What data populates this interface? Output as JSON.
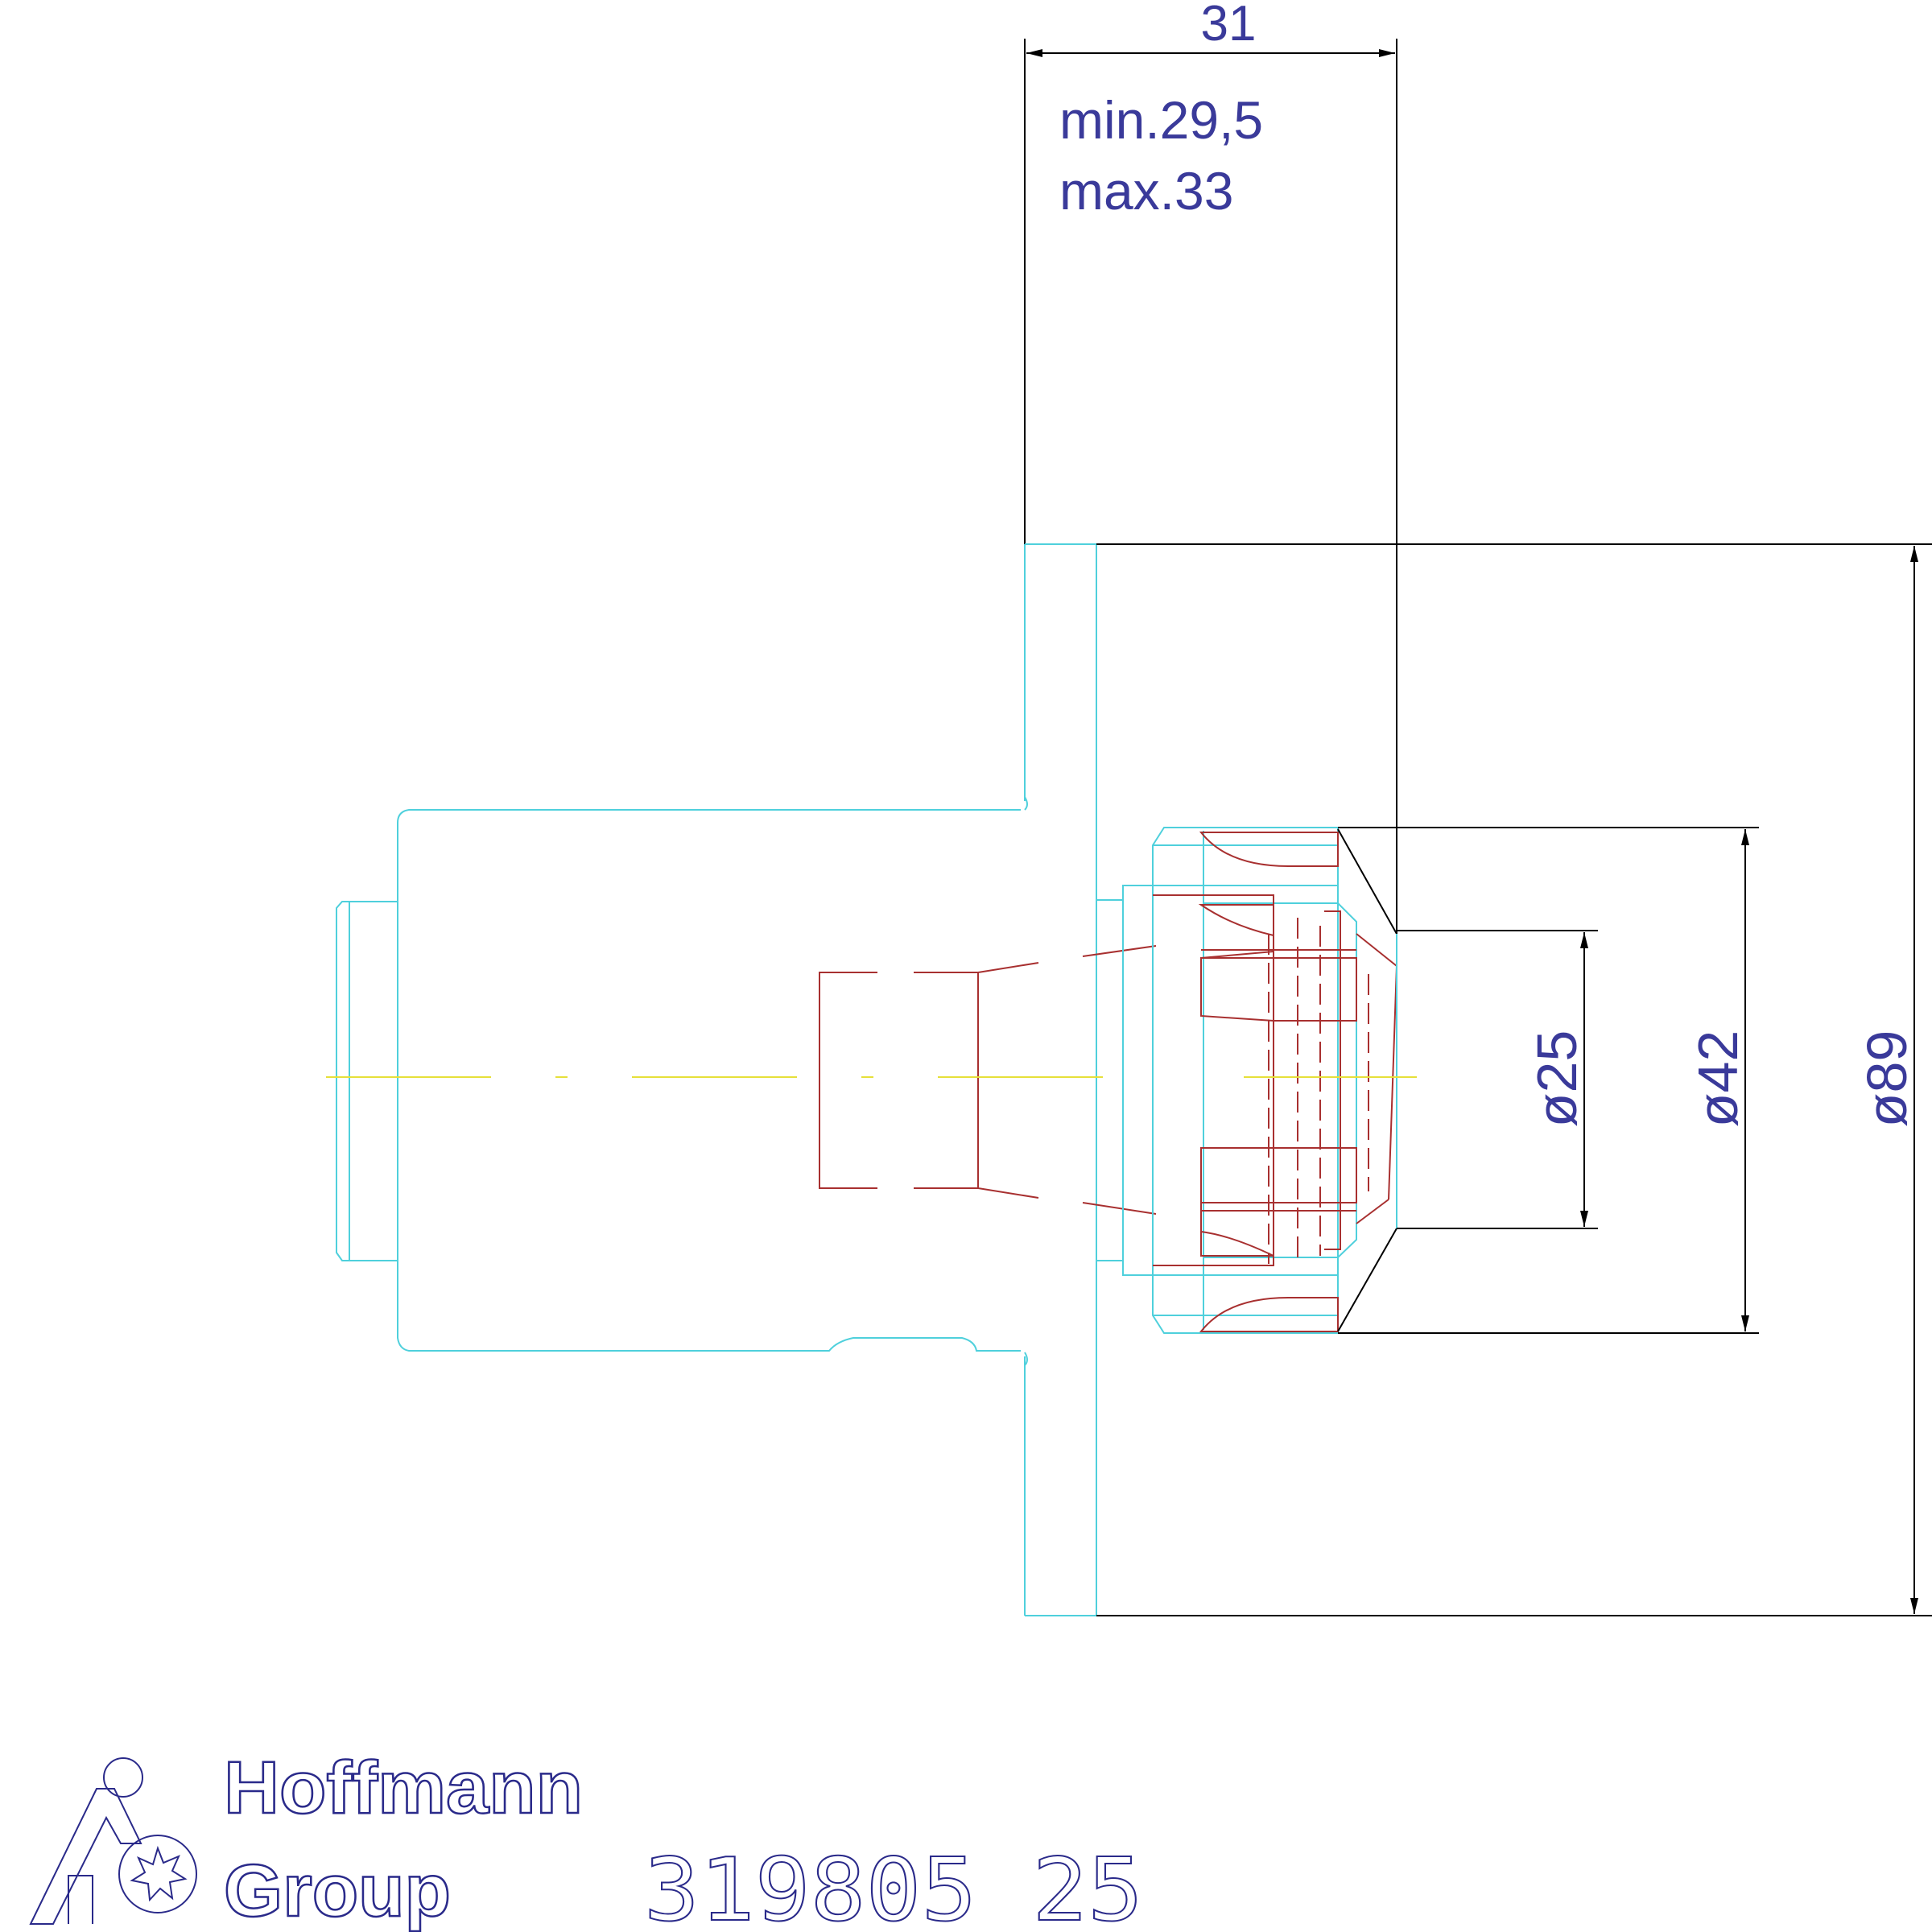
{
  "drawing": {
    "dim_top_value": "31",
    "dim_top_min": "min.29,5",
    "dim_top_max": "max.33",
    "dim_d25": "ø25",
    "dim_d42": "ø42",
    "dim_d89": "ø89",
    "article_number": "319805 25"
  },
  "logo": {
    "line1": "Hoffmann",
    "line2": "Group"
  },
  "colors": {
    "outline_cyan": "#4fd0dc",
    "hidden_red": "#a83030",
    "dimension_black": "#000000",
    "centerline_yellow": "#e6e03a",
    "text_blue": "#2a2a8a"
  }
}
